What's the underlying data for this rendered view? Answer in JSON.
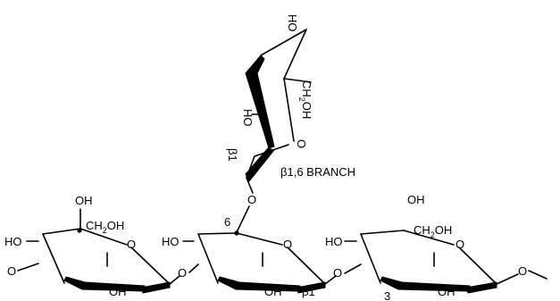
{
  "diagram": {
    "branch_label": "β1,6 BRANCH",
    "branch_sugar": {
      "top_hydroxyl": "HO",
      "side_hydroxyl": "HO",
      "ring_oxygen": "O",
      "hydroxymethyl_main": "CH",
      "hydroxymethyl_sub": "2",
      "hydroxymethyl_tail": "OH",
      "anomeric_label": "β1"
    },
    "glycosidic_oxygen_16": "O",
    "position_6": "6",
    "residue_left": {
      "top_hydroxyl": "OH",
      "hydroxymethyl_main": "CH",
      "hydroxymethyl_sub": "2",
      "hydroxymethyl_tail": "OH",
      "left_hydroxyl": "HO",
      "ring_oxygen": "O",
      "bottom_hydroxyl": "OH"
    },
    "linkage_oxygen_1": "O",
    "residue_middle": {
      "left_hydroxyl": "HO",
      "ring_oxygen": "O",
      "bottom_hydroxyl": "OH",
      "anomeric_label": "β1"
    },
    "linkage_oxygen_2": "O",
    "residue_right": {
      "top_hydroxyl": "OH",
      "hydroxymethyl_main": "CH",
      "hydroxymethyl_sub": "2",
      "hydroxymethyl_tail": "OH",
      "left_hydroxyl": "HO",
      "ring_oxygen": "O",
      "bottom_hydroxyl": "OH",
      "position_3": "3"
    },
    "linkage_oxygen_end": "O"
  }
}
